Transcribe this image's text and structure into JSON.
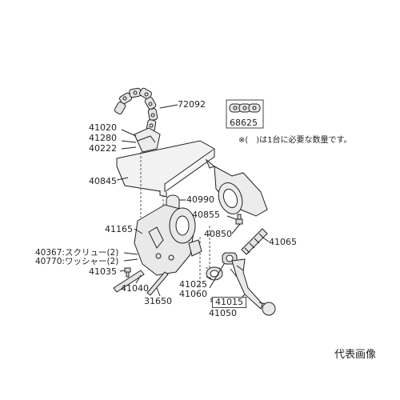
{
  "parts": {
    "p72092": "72092",
    "p68625": "68625",
    "p41020": "41020",
    "p41280": "41280",
    "p40222": "40222",
    "p40845": "40845",
    "p40990": "40990",
    "p40855": "40855",
    "p40850": "40850",
    "p41065": "41065",
    "p41165": "41165",
    "p40367": "40367:スクリュー(2)",
    "p40770": "40770:ワッシャー(2)",
    "p41035": "41035",
    "p41040": "41040",
    "p31650": "31650",
    "p41025": "41025",
    "p41060": "41060",
    "p41015": "41015",
    "p41050": "41050"
  },
  "note": "※(　)は1台に必要な数量です。",
  "caption": "代表画像"
}
